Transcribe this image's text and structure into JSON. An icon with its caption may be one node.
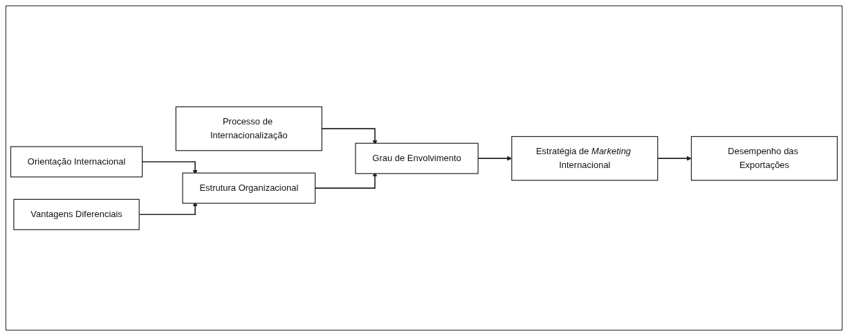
{
  "diagram": {
    "nodes": [
      {
        "text": [
          "Processo de Internacionalização"
        ]
      },
      {
        "text": [
          "Orientação Internacional"
        ]
      },
      {
        "text": [
          "Grau de Envolvimento"
        ]
      },
      {
        "text": [
          "Estratégia de *Marketing* Internacional"
        ]
      },
      {
        "text": [
          "Desempenho das Exportações"
        ]
      },
      {
        "text": [
          "Estrutura Organizacional"
        ]
      },
      {
        "text": [
          "Vantagens Diferenciais"
        ]
      }
    ],
    "edges": [
      {
        "from": 0,
        "to": 2,
        "arrow": "to"
      },
      {
        "from": 1,
        "to": 5,
        "arrow": "to"
      },
      {
        "from": 2,
        "to": 3,
        "arrow": "to"
      },
      {
        "from": 3,
        "to": 4,
        "arrow": "to"
      },
      {
        "from": 5,
        "to": 2,
        "arrow": "to"
      },
      {
        "from": 6,
        "to": 5,
        "arrow": "to"
      }
    ]
  }
}
